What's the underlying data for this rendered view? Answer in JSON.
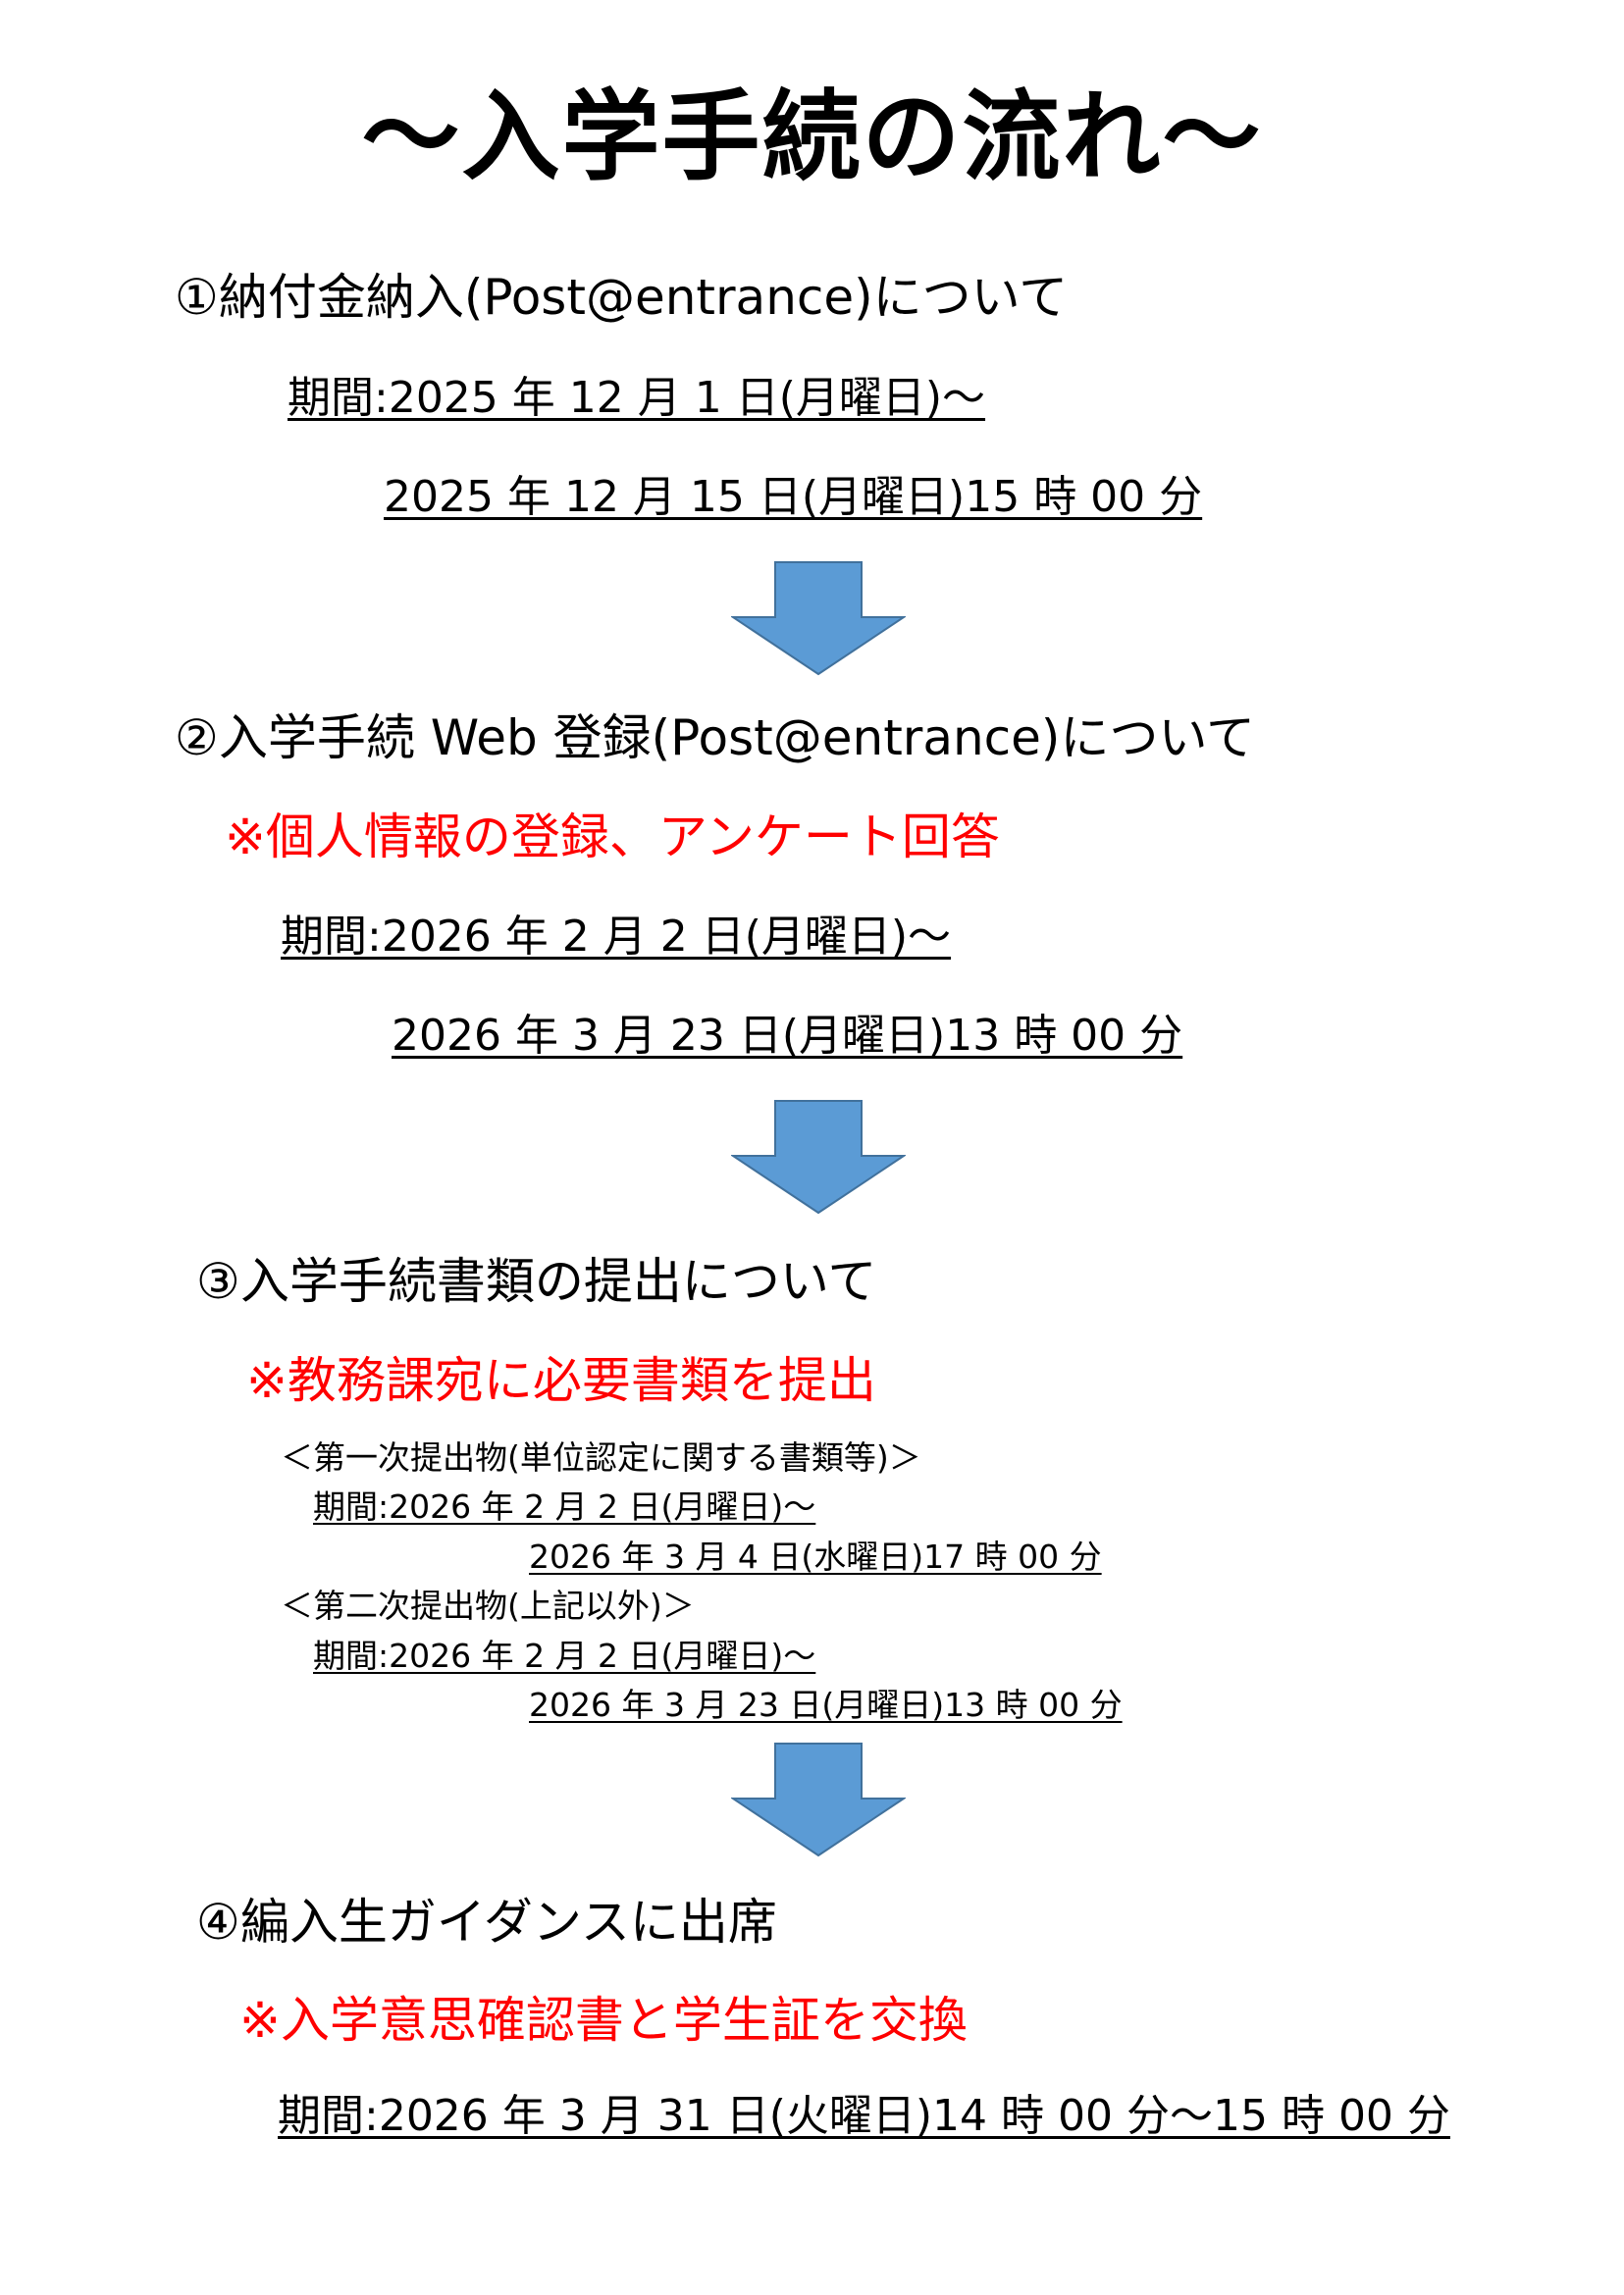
{
  "title": "～入学手続の流れ～",
  "colors": {
    "accent_red": "#ff0000",
    "arrow_fill": "#5b9bd5",
    "arrow_stroke": "#41719c"
  },
  "sections": [
    {
      "heading": "①納付金納入(Post@entrance)について",
      "period_start": "期間:2025 年 12 月 1 日(月曜日)～",
      "period_end": "2025 年 12 月 15 日(月曜日)15 時 00 分"
    },
    {
      "heading": "②入学手続 Web 登録(Post@entrance)について",
      "note": "※個人情報の登録、アンケート回答",
      "period_start": "期間:2026 年 2 月 2 日(月曜日)～",
      "period_end": "2026 年 3 月 23 日(月曜日)13 時 00 分"
    },
    {
      "heading": "③入学手続書類の提出について",
      "note": "※教務課宛に必要書類を提出",
      "first": {
        "label": "＜第一次提出物(単位認定に関する書類等)＞",
        "period_start": "期間:2026 年 2 月 2 日(月曜日)～",
        "period_end": "2026 年 3 月 4 日(水曜日)17 時 00 分"
      },
      "second": {
        "label": "＜第二次提出物(上記以外)＞",
        "period_start": "期間:2026 年 2 月 2 日(月曜日)～",
        "period_end": "2026 年 3 月 23 日(月曜日)13 時 00 分"
      }
    },
    {
      "heading": "④編入生ガイダンスに出席",
      "note": "※入学意思確認書と学生証を交換",
      "period": "期間:2026 年 3 月 31 日(火曜日)14 時 00 分～15 時 00 分"
    }
  ]
}
